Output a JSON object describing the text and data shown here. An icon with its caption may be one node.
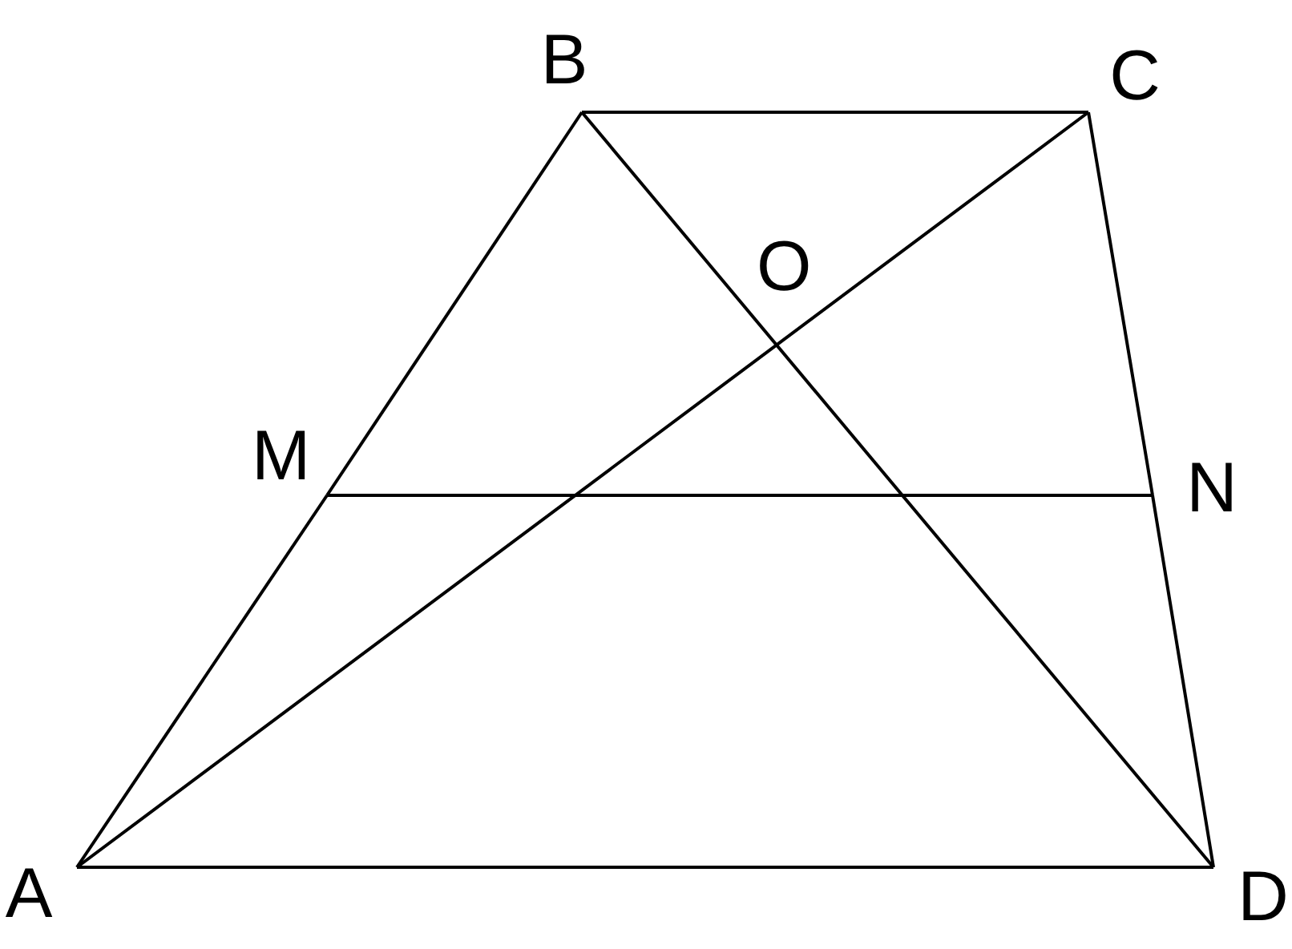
{
  "diagram": {
    "nodes": [
      {
        "text": [
          "B"
        ]
      },
      {
        "text": [
          "C"
        ]
      },
      {
        "text": [
          "M"
        ]
      },
      {
        "text": [
          "N"
        ]
      },
      {
        "text": [
          "A"
        ]
      },
      {
        "text": [
          "D"
        ]
      }
    ],
    "edges": [
      {
        "from": 0,
        "to": 1,
        "arrow": "none"
      },
      {
        "from": 0,
        "to": 2,
        "arrow": "none"
      },
      {
        "from": 2,
        "to": 4,
        "arrow": "none"
      },
      {
        "from": 1,
        "to": 3,
        "arrow": "none"
      },
      {
        "from": 3,
        "to": 5,
        "arrow": "none"
      },
      {
        "from": 4,
        "to": 5,
        "arrow": "none"
      },
      {
        "from": 4,
        "to": 1,
        "arrow": "none"
      },
      {
        "from": 0,
        "to": 5,
        "arrow": "none"
      },
      {
        "from": 2,
        "to": 3,
        "arrow": "none"
      }
    ],
    "labels": [
      "O"
    ]
  }
}
